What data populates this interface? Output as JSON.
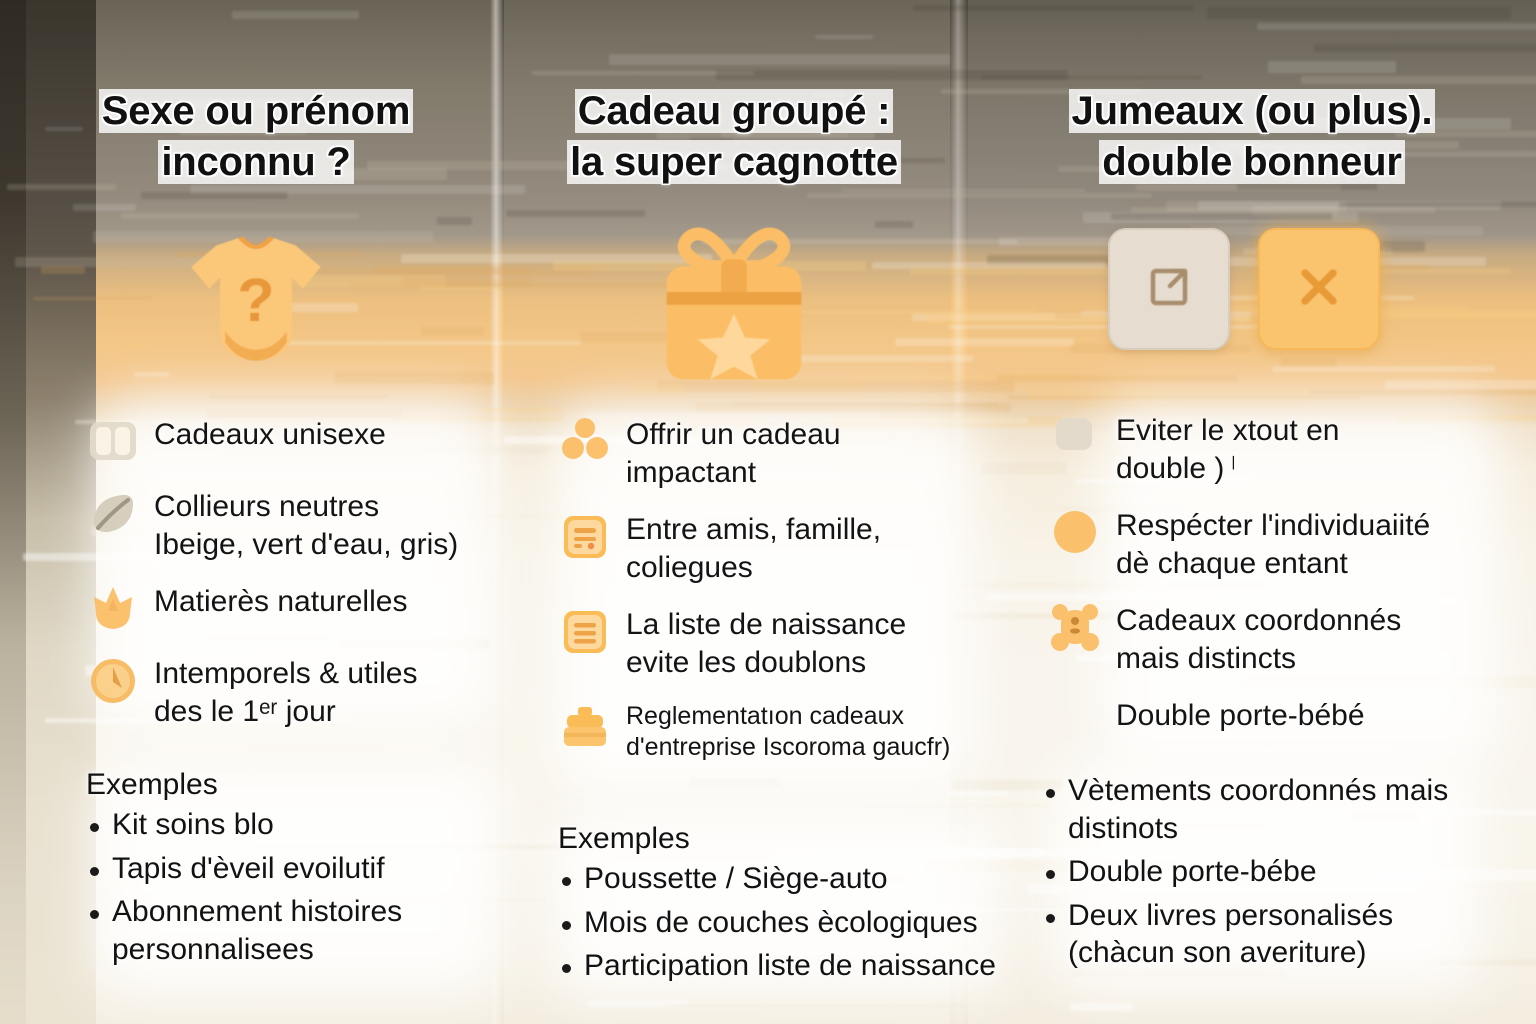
{
  "meta": {
    "accent_orange": "#F9B94E",
    "accent_orange_light": "#FBCB7E",
    "accent_orange_dark": "#E89A36",
    "text_color": "#121212",
    "panel_cream": "#F7F1E4",
    "muted_icon": "#D8CDBD"
  },
  "columns": [
    {
      "id": "col-sexe-prenom-inconnu",
      "title_line1": "Sexe ou prénom",
      "title_line2": "inconnu ?",
      "hero_icon": "baby-onesie-question-icon",
      "features": [
        {
          "icon": "toggle-split-icon",
          "text": "Cadeaux unisexe"
        },
        {
          "icon": "leaf-icon",
          "text": "Collieurs neutres\nIbeige, vert d'eau, gris)"
        },
        {
          "icon": "flower-plant-icon",
          "text": "Matierès naturelles"
        },
        {
          "icon": "clock-icon",
          "text": "Intemporels & utiles\ndes le 1ᵉʳ jour"
        }
      ],
      "examples_heading": "Exemples",
      "examples": [
        "Kit soins blo",
        "Tapis d'èveil evoilutif",
        "Abonnement histoires personnalisees"
      ]
    },
    {
      "id": "col-cadeau-groupe",
      "title_line1": "Cadeau groupé :",
      "title_line2": "la super cagnotte",
      "hero_icon": "gift-box-star-icon",
      "features": [
        {
          "icon": "people-group-icon",
          "text": "Offrir un cadeau\nimpactant"
        },
        {
          "icon": "document-list-icon",
          "text": "Entre amis, famille,\ncoliegues"
        },
        {
          "icon": "document-lines-icon",
          "text": "La liste de naissance\nevite les doublons"
        },
        {
          "icon": "briefcase-icon",
          "text": "Reglementatıon cadeaux\nd'entreprise Iscoroma gaucfr)",
          "small": true
        }
      ],
      "examples_heading": "Exemples",
      "examples": [
        "Poussette / Siège-auto",
        "Mois de couches ècologiques",
        "Participation liste de naissance"
      ]
    },
    {
      "id": "col-jumeaux-double-bonheur",
      "title_line1": "Jumeaux (ou plus).",
      "title_line2": "double bonneur",
      "buttons": [
        {
          "icon": "open-external-icon",
          "style": "ghost",
          "label": ""
        },
        {
          "icon": "close-x-icon",
          "style": "accent",
          "label": ""
        }
      ],
      "features": [
        {
          "icon": "rounded-square-muted-icon",
          "text": "Eviter le xtout en\ndouble )ᛌ"
        },
        {
          "icon": "circle-icon",
          "text": "Respécter l'individuaiité\ndè chaque entant"
        },
        {
          "icon": "teddy-bear-icon",
          "text": "Cadeaux coordonnés\nmais distincts"
        },
        {
          "icon": "none",
          "text": "Double porte-bébé"
        }
      ],
      "examples_heading": "",
      "examples": [
        "Vètements coordonnés mais distinots",
        "Double porte-bébe",
        "Deux livres personalisés (chàcun son averiture)"
      ]
    }
  ]
}
